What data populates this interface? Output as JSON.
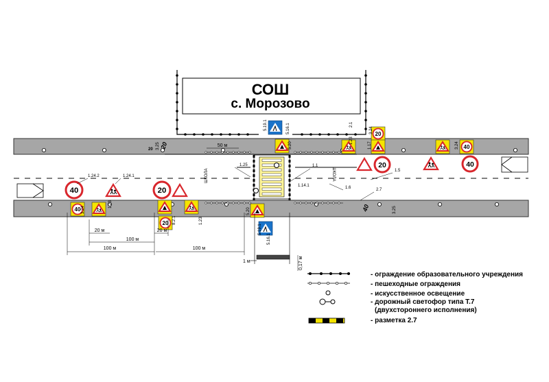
{
  "school": {
    "title": "СОШ",
    "subtitle": "с. Морозово"
  },
  "speed_signs": [
    "40",
    "20",
    "20",
    "40"
  ],
  "speed_plates": [
    "40",
    "20",
    "20"
  ],
  "road_text": {
    "school_upper": "ШКОЛА",
    "school_lower": "ШКОЛА",
    "speed_marking_1": "20",
    "speed_marking_2": "40",
    "speed_marking_3": "20"
  },
  "sign_codes": {
    "c_5_19_top": "5.19.1",
    "c_5_16_top": "5.16.1",
    "c_2_1": "2.1",
    "c_3_24_top": "3.24",
    "c_1_23_top": "1.23",
    "c_5_20_left": "5.20",
    "c_1_17": "1.17",
    "c_3_24_right": "3.24",
    "c_3_25_right": "3.25",
    "c_1_25": "1.25",
    "c_1_1": "1.1",
    "c_1_5": "1.5",
    "c_1_6": "1.6",
    "c_1_14_1": "1.14.1",
    "c_2_7": "2.7",
    "c_1_24_2": "1.24.2",
    "c_1_24_1": "1.24.1",
    "c_1_23_left": "1.23",
    "c_3_24_left": "3.24",
    "c_8_2_1": "8.2.1",
    "c_1_23_mid": "1.23",
    "c_5_20_bottom": "5.20",
    "c_5_19_bottom": "5.19.1",
    "c_5_16_bottom": "5.16.1",
    "c_3_25_left": "3.25"
  },
  "dimensions": {
    "d_50m": "50 м",
    "d_20m_left": "20 м",
    "d_100m_mid": "100 м",
    "d_20m_right": "20 м",
    "d_100m_left": "100 м",
    "d_100m_right": "100 м",
    "d_1m": "1 м",
    "d_017m": "0,17 м"
  },
  "legend": [
    {
      "label": "- ограждение образовательного учреждения"
    },
    {
      "label": "- пешеходные ограждения"
    },
    {
      "label": "- искусственное освещение"
    },
    {
      "label": "- дорожный светофор типа Т.7"
    },
    {
      "label": "(двухстороннего исполнения)"
    },
    {
      "label": "- разметка 2.7"
    }
  ],
  "colors": {
    "road": "#a6a6a6",
    "sign_yellow": "#f5e400",
    "sign_blue": "#1a73c9",
    "sign_red": "#d8262c",
    "marking_yellow": "#f5e400"
  }
}
